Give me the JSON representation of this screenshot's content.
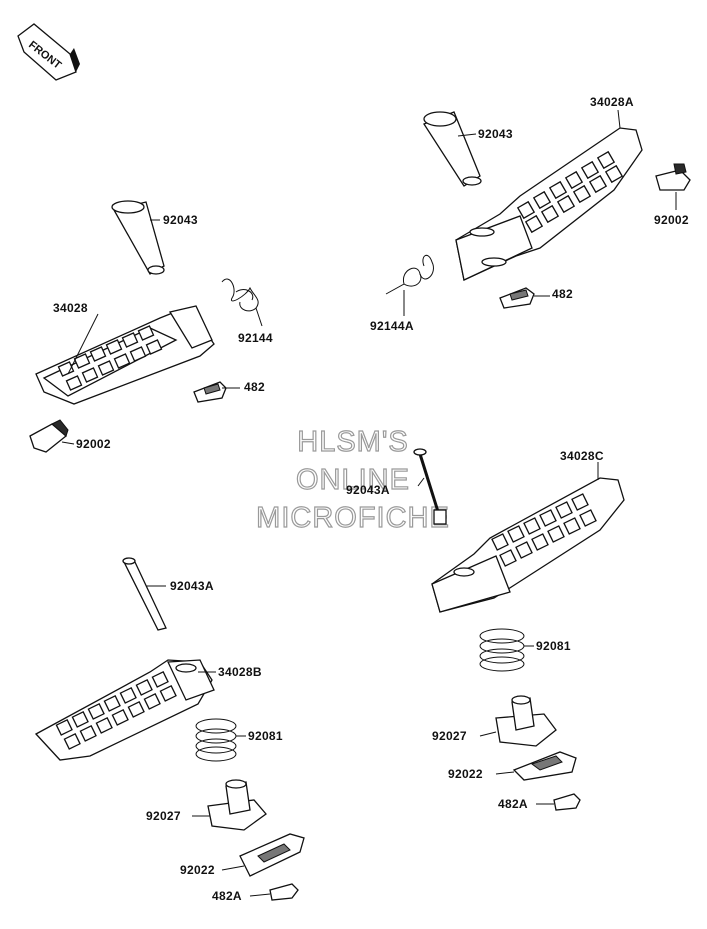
{
  "front_tag": {
    "text": "FRONT"
  },
  "watermark": {
    "line1": "HLSM'S",
    "line2": "ONLINE",
    "line3": "MICROFICHE"
  },
  "labels": {
    "tl_pin": "92043",
    "tl_step": "34028",
    "tl_spring": "92144",
    "tl_482": "482",
    "tl_92002": "92002",
    "tr_pin": "92043",
    "tr_step": "34028A",
    "tr_92002": "92002",
    "tr_spring": "92144A",
    "tr_482": "482",
    "br_pin": "92043A",
    "br_step": "34028C",
    "br_92081": "92081",
    "br_92027": "92027",
    "br_92022": "92022",
    "br_482A": "482A",
    "bl_pin": "92043A",
    "bl_step": "34028B",
    "bl_92081": "92081",
    "bl_92027": "92027",
    "bl_92022": "92022",
    "bl_482A": "482A"
  },
  "colors": {
    "line": "#111111",
    "watermark": "#9a9a9a",
    "background": "#ffffff"
  }
}
